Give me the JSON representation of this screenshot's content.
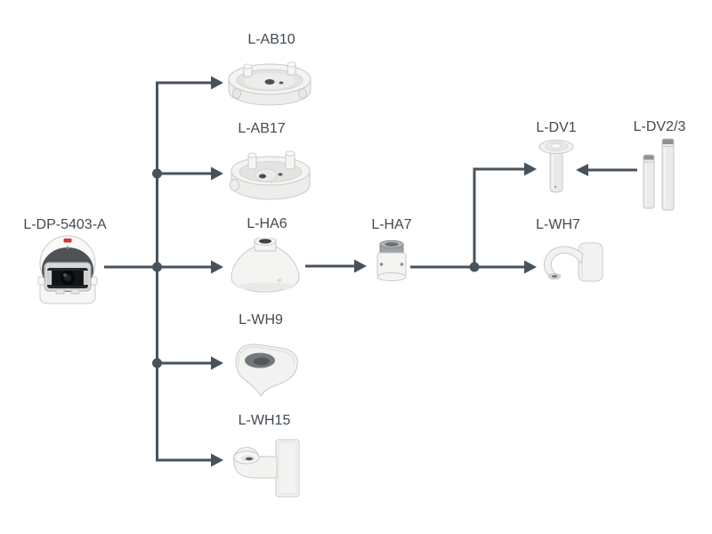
{
  "camera": {
    "label": "L-DP-5403-A"
  },
  "items": {
    "ab10": {
      "label": "L-AB10"
    },
    "ab17": {
      "label": "L-AB17"
    },
    "ha6": {
      "label": "L-HA6"
    },
    "wh9": {
      "label": "L-WH9"
    },
    "wh15": {
      "label": "L-WH15"
    },
    "ha7": {
      "label": "L-HA7"
    },
    "dv1": {
      "label": "L-DV1"
    },
    "dv23": {
      "label": "L-DV2/3"
    },
    "wh7": {
      "label": "L-WH7"
    }
  },
  "colors": {
    "background": "#ffffff",
    "connector_line": "#47525c",
    "label_text": "#414a52",
    "product_body": "#f3f3f2",
    "product_outline": "#c9c9c7",
    "lens_dark": "#121416",
    "logo_red": "#cd3a31",
    "metal_gray": "#9da3a7"
  }
}
